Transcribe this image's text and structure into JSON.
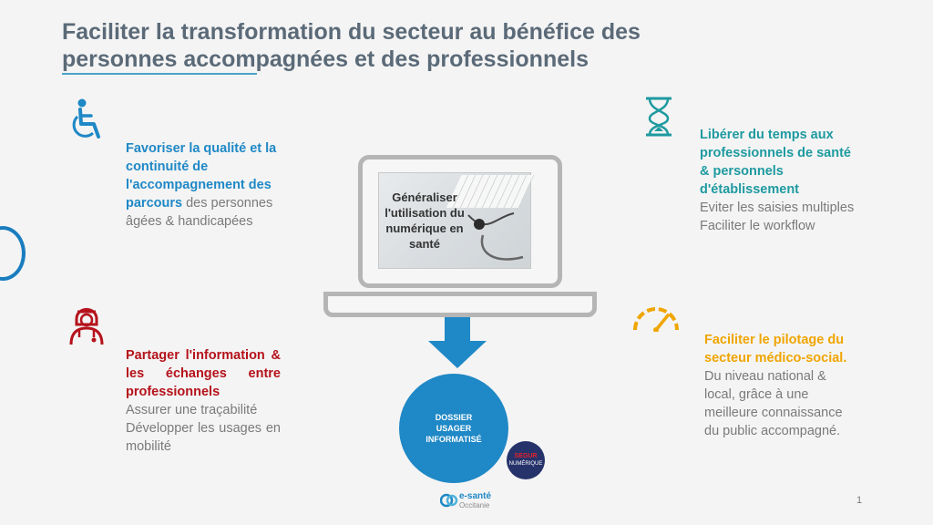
{
  "title": "Faciliter la transformation du secteur au bénéfice des personnes accompagnées et des professionnels",
  "colors": {
    "title": "#5b6a78",
    "blue": "#1f88c6",
    "red": "#b5121b",
    "teal": "#1e9aa0",
    "orange": "#f0a500",
    "grey_text": "#7a7a7a"
  },
  "icons": {
    "top_left": "wheelchair-icon",
    "bottom_left": "nurse-icon",
    "top_right": "hourglass-icon",
    "bottom_right": "speedometer-icon"
  },
  "blocks": {
    "quality": {
      "head": "Favoriser la qualité et la continuité de l'accompagnement des parcours",
      "sub": "des personnes âgées & handicapées"
    },
    "sharing": {
      "head": "Partager l'information & les échanges entre professionnels",
      "sub_lines": [
        "Assurer une traçabilité",
        "Développer les usages en mobilité"
      ]
    },
    "time": {
      "head": "Libérer du temps aux professionnels de santé & personnels d'établissement",
      "sub_lines": [
        "Eviter les saisies multiples",
        "Faciliter le workflow"
      ]
    },
    "pilot": {
      "head": "Faciliter le pilotage du secteur médico-social.",
      "sub": "Du niveau national & local, grâce à une meilleure connaissance du public accompagné."
    }
  },
  "laptop_text": "Généraliser l'utilisation du numérique en santé",
  "circle_text": "DOSSIER USAGER INFORMATISÉ",
  "segur": {
    "line1": "SEGUR",
    "line2": "NUMÉRIQUE"
  },
  "logo": {
    "name": "e-santé",
    "region": "Occitanie"
  },
  "page_number": "1"
}
